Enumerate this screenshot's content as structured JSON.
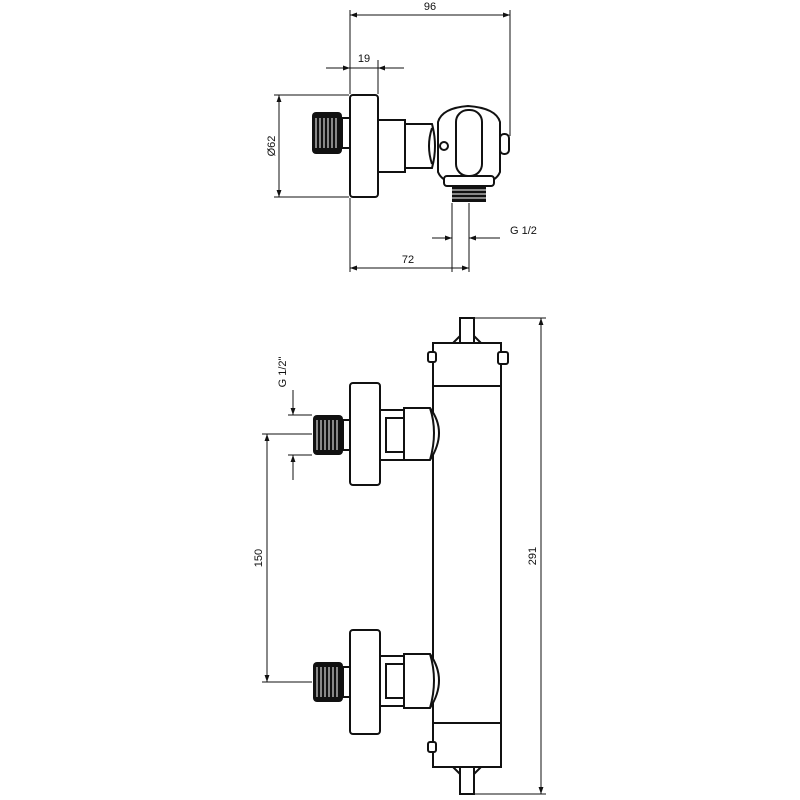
{
  "dimensions": {
    "overall_depth": "96",
    "flange_depth": "19",
    "flange_diameter": "Ø62",
    "outlet_thread": "G 1/2",
    "outlet_offset": "72",
    "inlet_thread": "G 1/2\"",
    "inlet_spacing": "150",
    "total_height": "291"
  },
  "colors": {
    "line": "#111111",
    "background": "#ffffff",
    "thread": "#111111"
  }
}
